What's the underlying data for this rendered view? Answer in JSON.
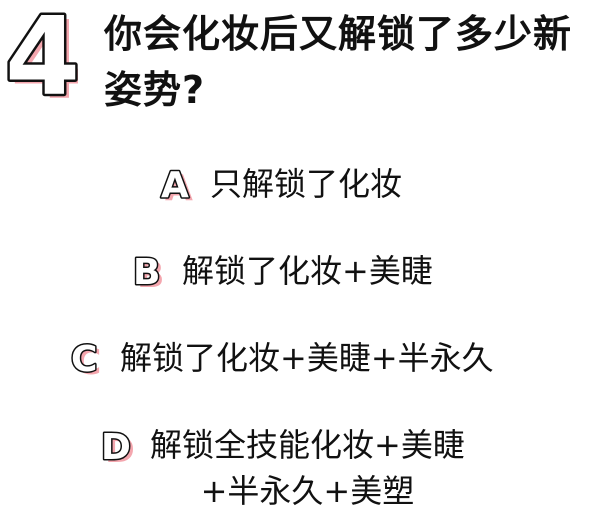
{
  "question": {
    "number": "4",
    "text": "你会化妆后又解锁了多少新姿势?"
  },
  "options": [
    {
      "letter": "A",
      "text": "只解锁了化妆"
    },
    {
      "letter": "B",
      "text": "解锁了化妆+美睫"
    },
    {
      "letter": "C",
      "text": "解锁了化妆+美睫+半永久"
    },
    {
      "letter": "D",
      "line1": "解锁全技能化妆+美睫",
      "line2": "+半永久+美塑"
    }
  ],
  "colors": {
    "text": "#111111",
    "shadow_accent": "#f4a6ae",
    "outline": "#111111",
    "fill": "#ffffff"
  }
}
